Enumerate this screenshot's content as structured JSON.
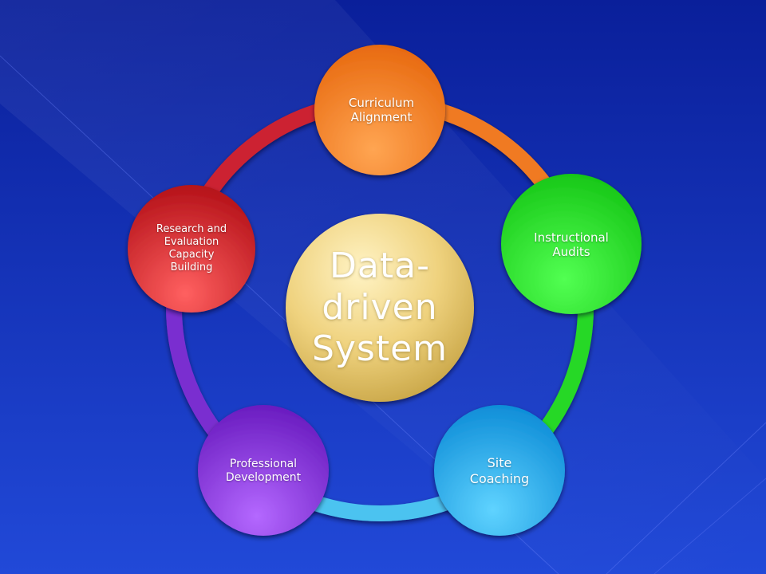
{
  "diagram": {
    "center": {
      "label": "Data-\ndriven\nSystem",
      "color": "#f0d27a"
    },
    "nodes": [
      {
        "id": "curriculum",
        "label": "Curriculum\nAlignment",
        "color": "#f4841c",
        "ring_color": "#f07a20"
      },
      {
        "id": "audits",
        "label": "Instructional\nAudits",
        "color": "#22dd22",
        "ring_color": "#28d828"
      },
      {
        "id": "coaching",
        "label": "Site\nCoaching",
        "color": "#1aa6ec",
        "ring_color": "#4cc3f0"
      },
      {
        "id": "professional",
        "label": "Professional\nDevelopment",
        "color": "#8c2be0",
        "ring_color": "#7a2ed0"
      },
      {
        "id": "research",
        "label": "Research and\nEvaluation\nCapacity\nBuilding",
        "color": "#cc1e28",
        "ring_color": "#cc2230"
      }
    ]
  },
  "theme": {
    "background_top": "#0a1f9a",
    "background_bottom": "#1f47d6"
  }
}
